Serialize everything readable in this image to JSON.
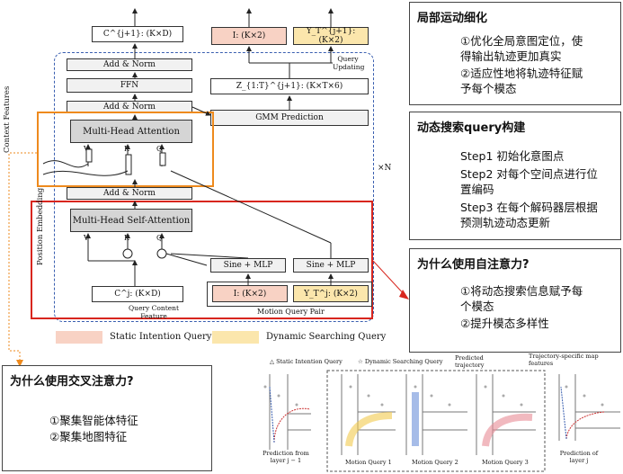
{
  "arch": {
    "c_out": "C^{j+1}: (K×D)",
    "i_out": "I: (K×2)",
    "y_out": "Y_T^{j+1}: (K×2)",
    "query_updating": "Query Updating",
    "add_norm": "Add & Norm",
    "ffn": "FFN",
    "mha": "Multi-Head Attention",
    "z": "Z_{1:T}^{j+1}: (K×T×6)",
    "gmm": "GMM Prediction",
    "mhsa": "Multi-Head Self-Attention",
    "sine_mlp": "Sine + MLP",
    "c_in": "C^j: (K×D)",
    "i_in": "I: (K×2)",
    "y_in": "Y_T^j: (K×2)",
    "query_content": "Query Content Feature",
    "motion_pair": "Motion Query Pair",
    "context": "Context Features",
    "pos_emb": "Position Embedding",
    "xn": "×N",
    "v": "V",
    "k": "K",
    "q": "Q"
  },
  "legend": {
    "static": "Static Intention Query",
    "dynamic": "Dynamic Searching Query"
  },
  "callouts": {
    "local": {
      "title": "局部运动细化",
      "lines": [
        "①优化全局意图定位，使",
        "得输出轨迹更加真实",
        "②适应性地将轨迹特征赋",
        "予每个模态"
      ]
    },
    "dynamic": {
      "title": "动态搜索query构建",
      "lines": [
        "Step1 初始化意图点",
        "Step2 对每个空间点进行位",
        "置编码",
        "Step3 在每个解码器层根据",
        "预测轨迹动态更新"
      ]
    },
    "self_attn": {
      "title": "为什么使用自注意力?",
      "lines": [
        "①将动态搜索信息赋予每",
        "个模态",
        "②提升模态多样性"
      ]
    },
    "cross_attn": {
      "title": "为什么使用交叉注意力?",
      "lines": [
        "①聚集智能体特征",
        "②聚集地图特征"
      ]
    }
  },
  "bottom": {
    "legend_static": "Static Intention Query",
    "legend_dynamic": "Dynamic Searching Query",
    "legend_pred": "Predicted trajectory",
    "legend_map": "Trajectory-specific map features",
    "p1": "Prediction from layer j − 1",
    "mq1": "Motion Query 1",
    "mq2": "Motion Query 2",
    "mq3": "Motion Query 3",
    "p2": "Prediction of layer j"
  },
  "colors": {
    "static_fill": "#f8d2c4",
    "dynamic_fill": "#fbe6ac",
    "orange": "#ee8a1d",
    "red": "#d8261e",
    "blue_dash": "#3a5fb0"
  }
}
